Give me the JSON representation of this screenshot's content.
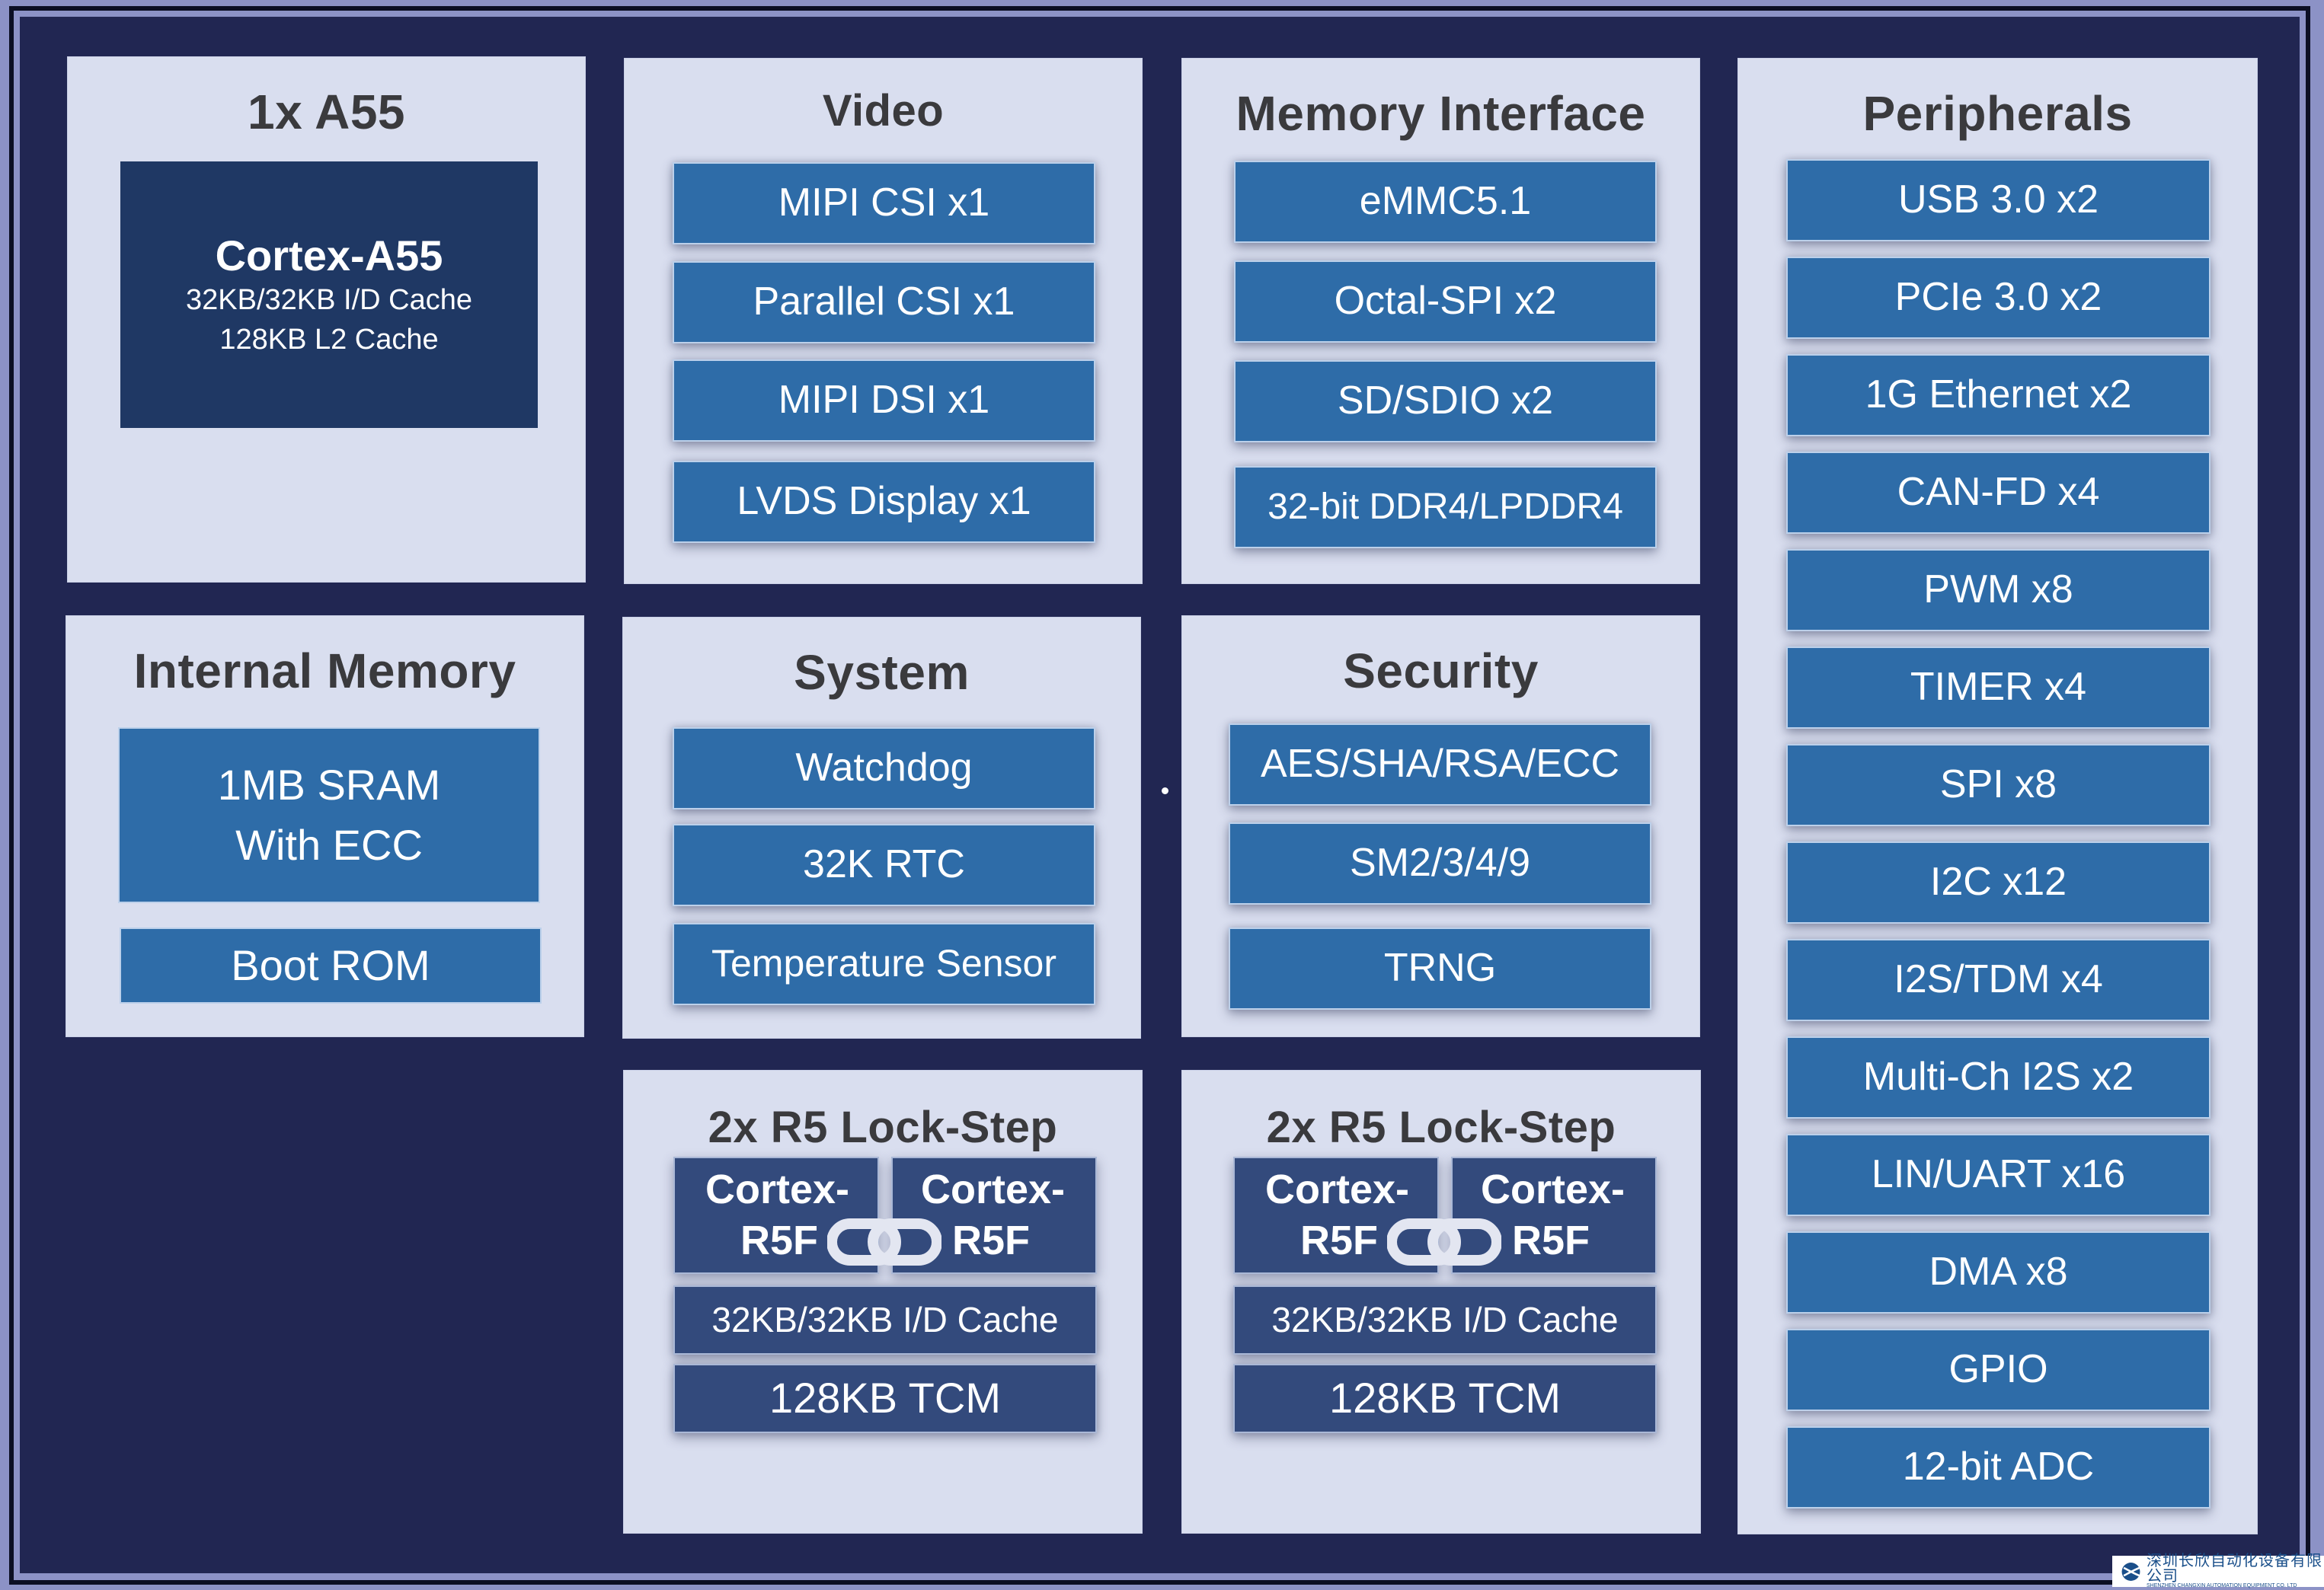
{
  "diagram": {
    "type": "soc-block-diagram",
    "colors": {
      "background": "#212652",
      "frame": "#8c92c6",
      "panel": "#d9deef",
      "block_blue": "#2e6ca8",
      "block_dark": "#334a7c",
      "a55_core": "#1f3864",
      "title_text": "#3a3a3d"
    }
  },
  "a55": {
    "title": "1x A55",
    "core_name": "Cortex-A55",
    "cache_line1": "32KB/32KB I/D Cache",
    "cache_line2": "128KB L2 Cache"
  },
  "video": {
    "title": "Video",
    "items": [
      "MIPI CSI x1",
      "Parallel CSI x1",
      "MIPI DSI x1",
      "LVDS Display x1"
    ]
  },
  "memory_interface": {
    "title": "Memory Interface",
    "items": [
      "eMMC5.1",
      "Octal-SPI x2",
      "SD/SDIO x2",
      "32-bit DDR4/LPDDR4"
    ]
  },
  "peripherals": {
    "title": "Peripherals",
    "items": [
      "USB 3.0 x2",
      "PCIe 3.0 x2",
      "1G Ethernet x2",
      "CAN-FD x4",
      "PWM x8",
      "TIMER x4",
      "SPI x8",
      "I2C x12",
      "I2S/TDM x4",
      "Multi-Ch I2S x2",
      "LIN/UART x16",
      "DMA x8",
      "GPIO",
      "12-bit ADC"
    ]
  },
  "internal_memory": {
    "title": "Internal Memory",
    "sram_line1": "1MB SRAM",
    "sram_line2": "With ECC",
    "boot_rom": "Boot ROM"
  },
  "system": {
    "title": "System",
    "items": [
      "Watchdog",
      "32K RTC",
      "Temperature Sensor"
    ]
  },
  "security": {
    "title": "Security",
    "items": [
      "AES/SHA/RSA/ECC",
      "SM2/3/4/9",
      "TRNG"
    ]
  },
  "r5_lockstep": [
    {
      "title": "2x R5 Lock-Step",
      "core_left_line1": "Cortex-",
      "core_left_line2": "R5F",
      "core_right_line1": "Cortex-",
      "core_right_line2": "R5F",
      "cache": "32KB/32KB  I/D Cache",
      "tcm": "128KB TCM"
    },
    {
      "title": "2x R5 Lock-Step",
      "core_left_line1": "Cortex-",
      "core_left_line2": "R5F",
      "core_right_line1": "Cortex-",
      "core_right_line2": "R5F",
      "cache": "32KB/32KB  I/D Cache",
      "tcm": "128KB TCM"
    }
  ],
  "logo": {
    "company_cn": "深圳长欣自动化设备有限公司",
    "company_en": "SHENZHEN CHANGXIN AUTOMATION EQUIPMENT CO. LTD",
    "icon": "company-logo-icon"
  }
}
